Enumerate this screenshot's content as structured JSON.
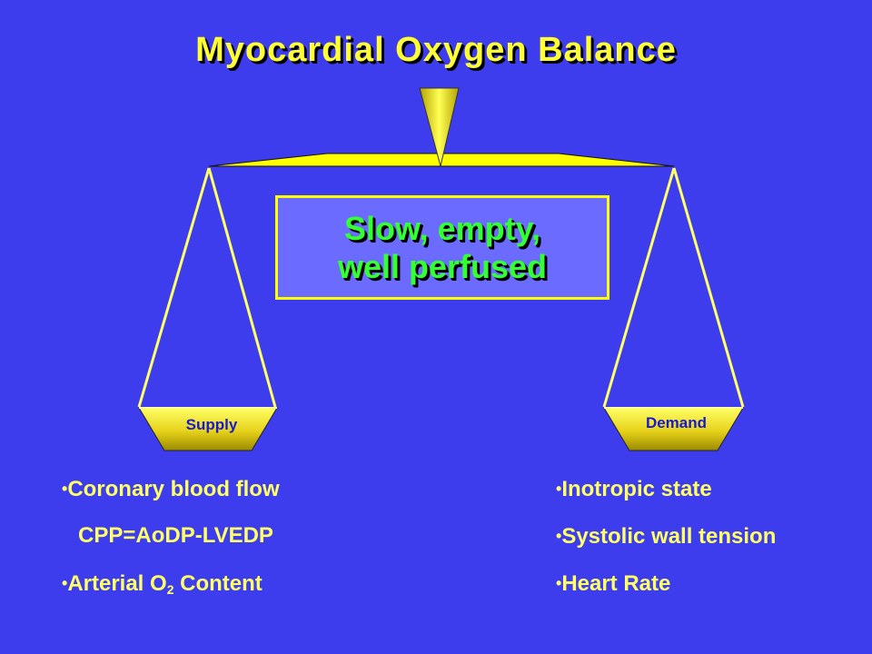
{
  "title": "Myocardial Oxygen Balance",
  "callout": {
    "line1": "Slow, empty,",
    "line2": "well perfused"
  },
  "scale": {
    "left_pan_label": "Supply",
    "right_pan_label": "Demand"
  },
  "supply_list": {
    "bullet": "•",
    "item1": "Coronary blood flow",
    "item2": "CPP=AoDP-LVEDP",
    "item3_prefix": "Arterial O",
    "item3_sub": "2",
    "item3_suffix": " Content"
  },
  "demand_list": {
    "bullet": "•",
    "item1": "Inotropic state",
    "item2": "Systolic wall tension",
    "item3": "Heart Rate"
  },
  "colors": {
    "background": "#3d3ded",
    "title": "#ffff33",
    "callout_text": "#33ff33",
    "callout_fill": "#6b6bff",
    "scale_yellow": "#ffff00",
    "list_text": "#ffff66"
  },
  "icons": {
    "fulcrum": "fulcrum-triangle-icon",
    "left_pan": "scale-pan-icon",
    "right_pan": "scale-pan-icon"
  }
}
